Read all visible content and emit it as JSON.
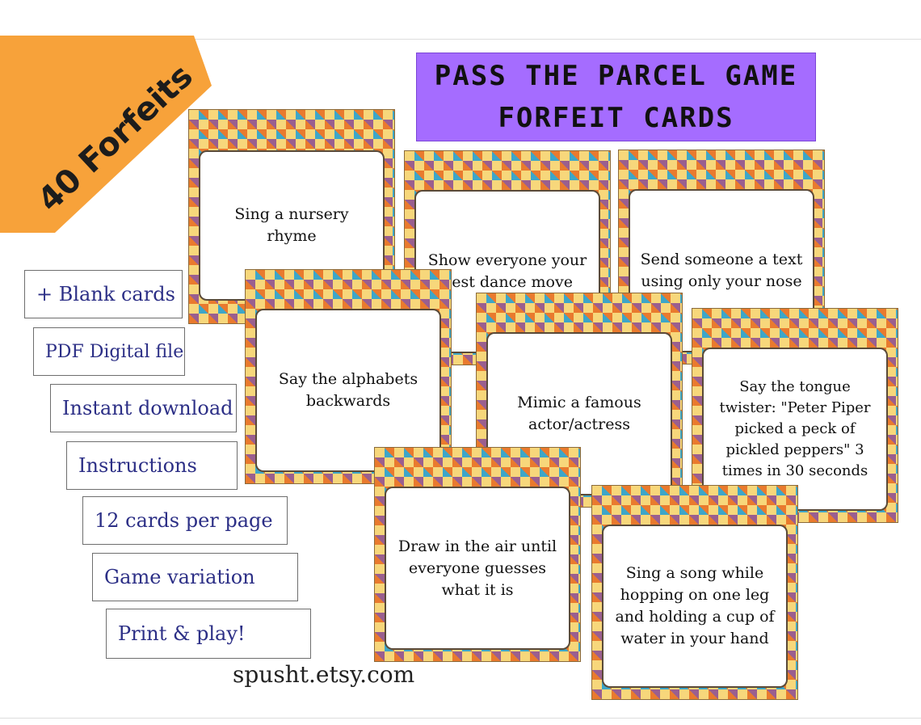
{
  "ribbon": {
    "text": "40 Forfeits"
  },
  "title": {
    "line1": "PASS THE PARCEL GAME",
    "line2": "FORFEIT CARDS"
  },
  "features": [
    "+ Blank cards",
    "PDF Digital file",
    "Instant download",
    "Instructions",
    "12 cards per page",
    "Game variation",
    "Print & play!"
  ],
  "footer": {
    "url": "spusht.etsy.com"
  },
  "cards": [
    {
      "text": "Sing a nursery rhyme"
    },
    {
      "text": "Show everyone your best dance move"
    },
    {
      "text": "Send someone a text using only your nose"
    },
    {
      "text": "Say the alphabets backwards"
    },
    {
      "text": "Mimic a famous actor/actress"
    },
    {
      "text": "Say the tongue twister: \"Peter Piper picked a peck of pickled peppers\" 3 times in 30 seconds"
    },
    {
      "text": "Draw in the air until everyone guesses what it is"
    },
    {
      "text": "Sing a song while hopping on one leg and holding a cup of water in your hand"
    }
  ],
  "colors": {
    "ribbon": "#f7a23a",
    "title_bg": "#a56cff",
    "label_text": "#2c2f86"
  }
}
